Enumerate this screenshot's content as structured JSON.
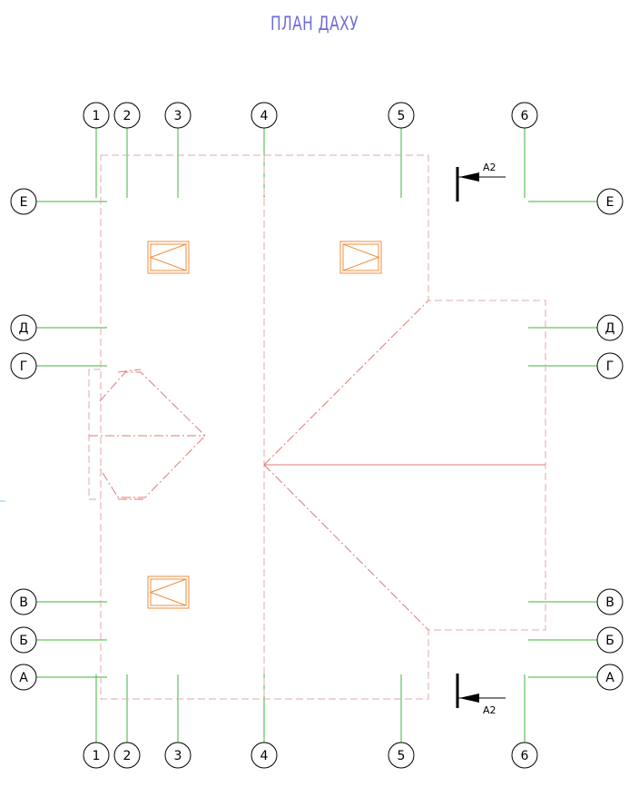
{
  "title": "ПЛАН ДАХУ",
  "axes": {
    "vertical": [
      "1",
      "2",
      "3",
      "4",
      "5",
      "6"
    ],
    "horizontal": [
      "Е",
      "Д",
      "Г",
      "В",
      "Б",
      "А"
    ]
  },
  "section_marks": [
    "А2",
    "А2"
  ],
  "colors": {
    "title": "#6c6cd8",
    "grid_lines": "#3cb43c",
    "roof_outline": "#e0a8a8",
    "roof_ridges": "#e07878",
    "skylights": "#f08c3c"
  }
}
